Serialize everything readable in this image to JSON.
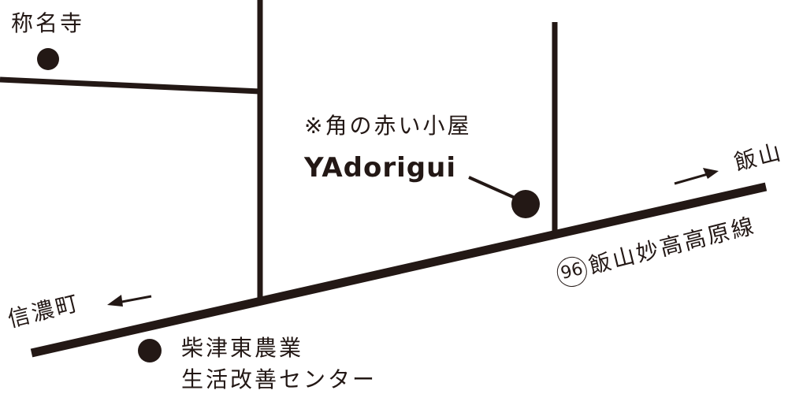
{
  "map": {
    "colors": {
      "ink": "#231815",
      "background": "#ffffff"
    },
    "landmarks": [
      {
        "id": "shomyoji",
        "label": "称名寺"
      },
      {
        "id": "center",
        "label_line1": "柴津東農業",
        "label_line2": "生活改善センター"
      }
    ],
    "destination": {
      "note": "※角の赤い小屋",
      "name": "YAdorigui"
    },
    "directions": [
      {
        "label": "飯山",
        "arrow": "right-arrow"
      },
      {
        "label": "信濃町",
        "arrow": "left-arrow"
      }
    ],
    "road": {
      "route_number": "96",
      "name": "飯山妙高高原線"
    }
  }
}
